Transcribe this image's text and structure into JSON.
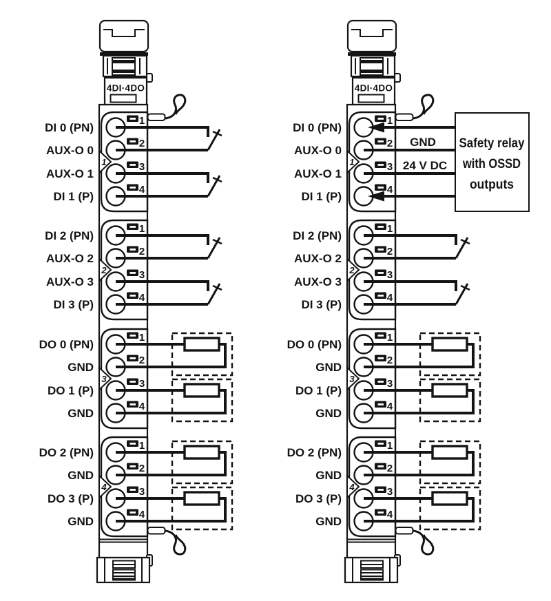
{
  "colors": {
    "ink": "#141414",
    "background": "#ffffff"
  },
  "modules": [
    {
      "side": "left",
      "label": "4DI·4DO",
      "groups": [
        {
          "number": "1",
          "terminals": [
            {
              "number": "1",
              "label": "DI 0 (PN)"
            },
            {
              "number": "2",
              "label": "AUX-O 0"
            },
            {
              "number": "3",
              "label": "AUX-O 1"
            },
            {
              "number": "4",
              "label": "DI 1 (P)"
            }
          ]
        },
        {
          "number": "2",
          "terminals": [
            {
              "number": "1",
              "label": "DI 2 (PN)"
            },
            {
              "number": "2",
              "label": "AUX-O 2"
            },
            {
              "number": "3",
              "label": "AUX-O 3"
            },
            {
              "number": "4",
              "label": "DI 3 (P)"
            }
          ]
        },
        {
          "number": "3",
          "terminals": [
            {
              "number": "1",
              "label": "DO 0 (PN)"
            },
            {
              "number": "2",
              "label": "GND"
            },
            {
              "number": "3",
              "label": "DO 1 (P)"
            },
            {
              "number": "4",
              "label": "GND"
            }
          ]
        },
        {
          "number": "4",
          "terminals": [
            {
              "number": "1",
              "label": "DO 2 (PN)"
            },
            {
              "number": "2",
              "label": "GND"
            },
            {
              "number": "3",
              "label": "DO 3 (P)"
            },
            {
              "number": "4",
              "label": "GND"
            }
          ]
        }
      ]
    },
    {
      "side": "right",
      "label": "4DI·4DO",
      "groups": [
        {
          "number": "1",
          "terminals": [
            {
              "number": "1",
              "label": "DI 0 (PN)"
            },
            {
              "number": "2",
              "label": "AUX-O 0"
            },
            {
              "number": "3",
              "label": "AUX-O 1"
            },
            {
              "number": "4",
              "label": "DI 1 (P)"
            }
          ]
        },
        {
          "number": "2",
          "terminals": [
            {
              "number": "1",
              "label": "DI 2 (PN)"
            },
            {
              "number": "2",
              "label": "AUX-O 2"
            },
            {
              "number": "3",
              "label": "AUX-O 3"
            },
            {
              "number": "4",
              "label": "DI 3 (P)"
            }
          ]
        },
        {
          "number": "3",
          "terminals": [
            {
              "number": "1",
              "label": "DO 0 (PN)"
            },
            {
              "number": "2",
              "label": "GND"
            },
            {
              "number": "3",
              "label": "DO 1 (P)"
            },
            {
              "number": "4",
              "label": "GND"
            }
          ]
        },
        {
          "number": "4",
          "terminals": [
            {
              "number": "1",
              "label": "DO 2 (PN)"
            },
            {
              "number": "2",
              "label": "GND"
            },
            {
              "number": "3",
              "label": "DO 3 (P)"
            },
            {
              "number": "4",
              "label": "GND"
            }
          ]
        }
      ]
    }
  ],
  "safety_relay": {
    "text_line1": "Safety relay",
    "text_line2": "with OSSD",
    "text_line3": "outputs",
    "gnd_wire_label": "GND",
    "power_wire_label": "24 V DC"
  }
}
